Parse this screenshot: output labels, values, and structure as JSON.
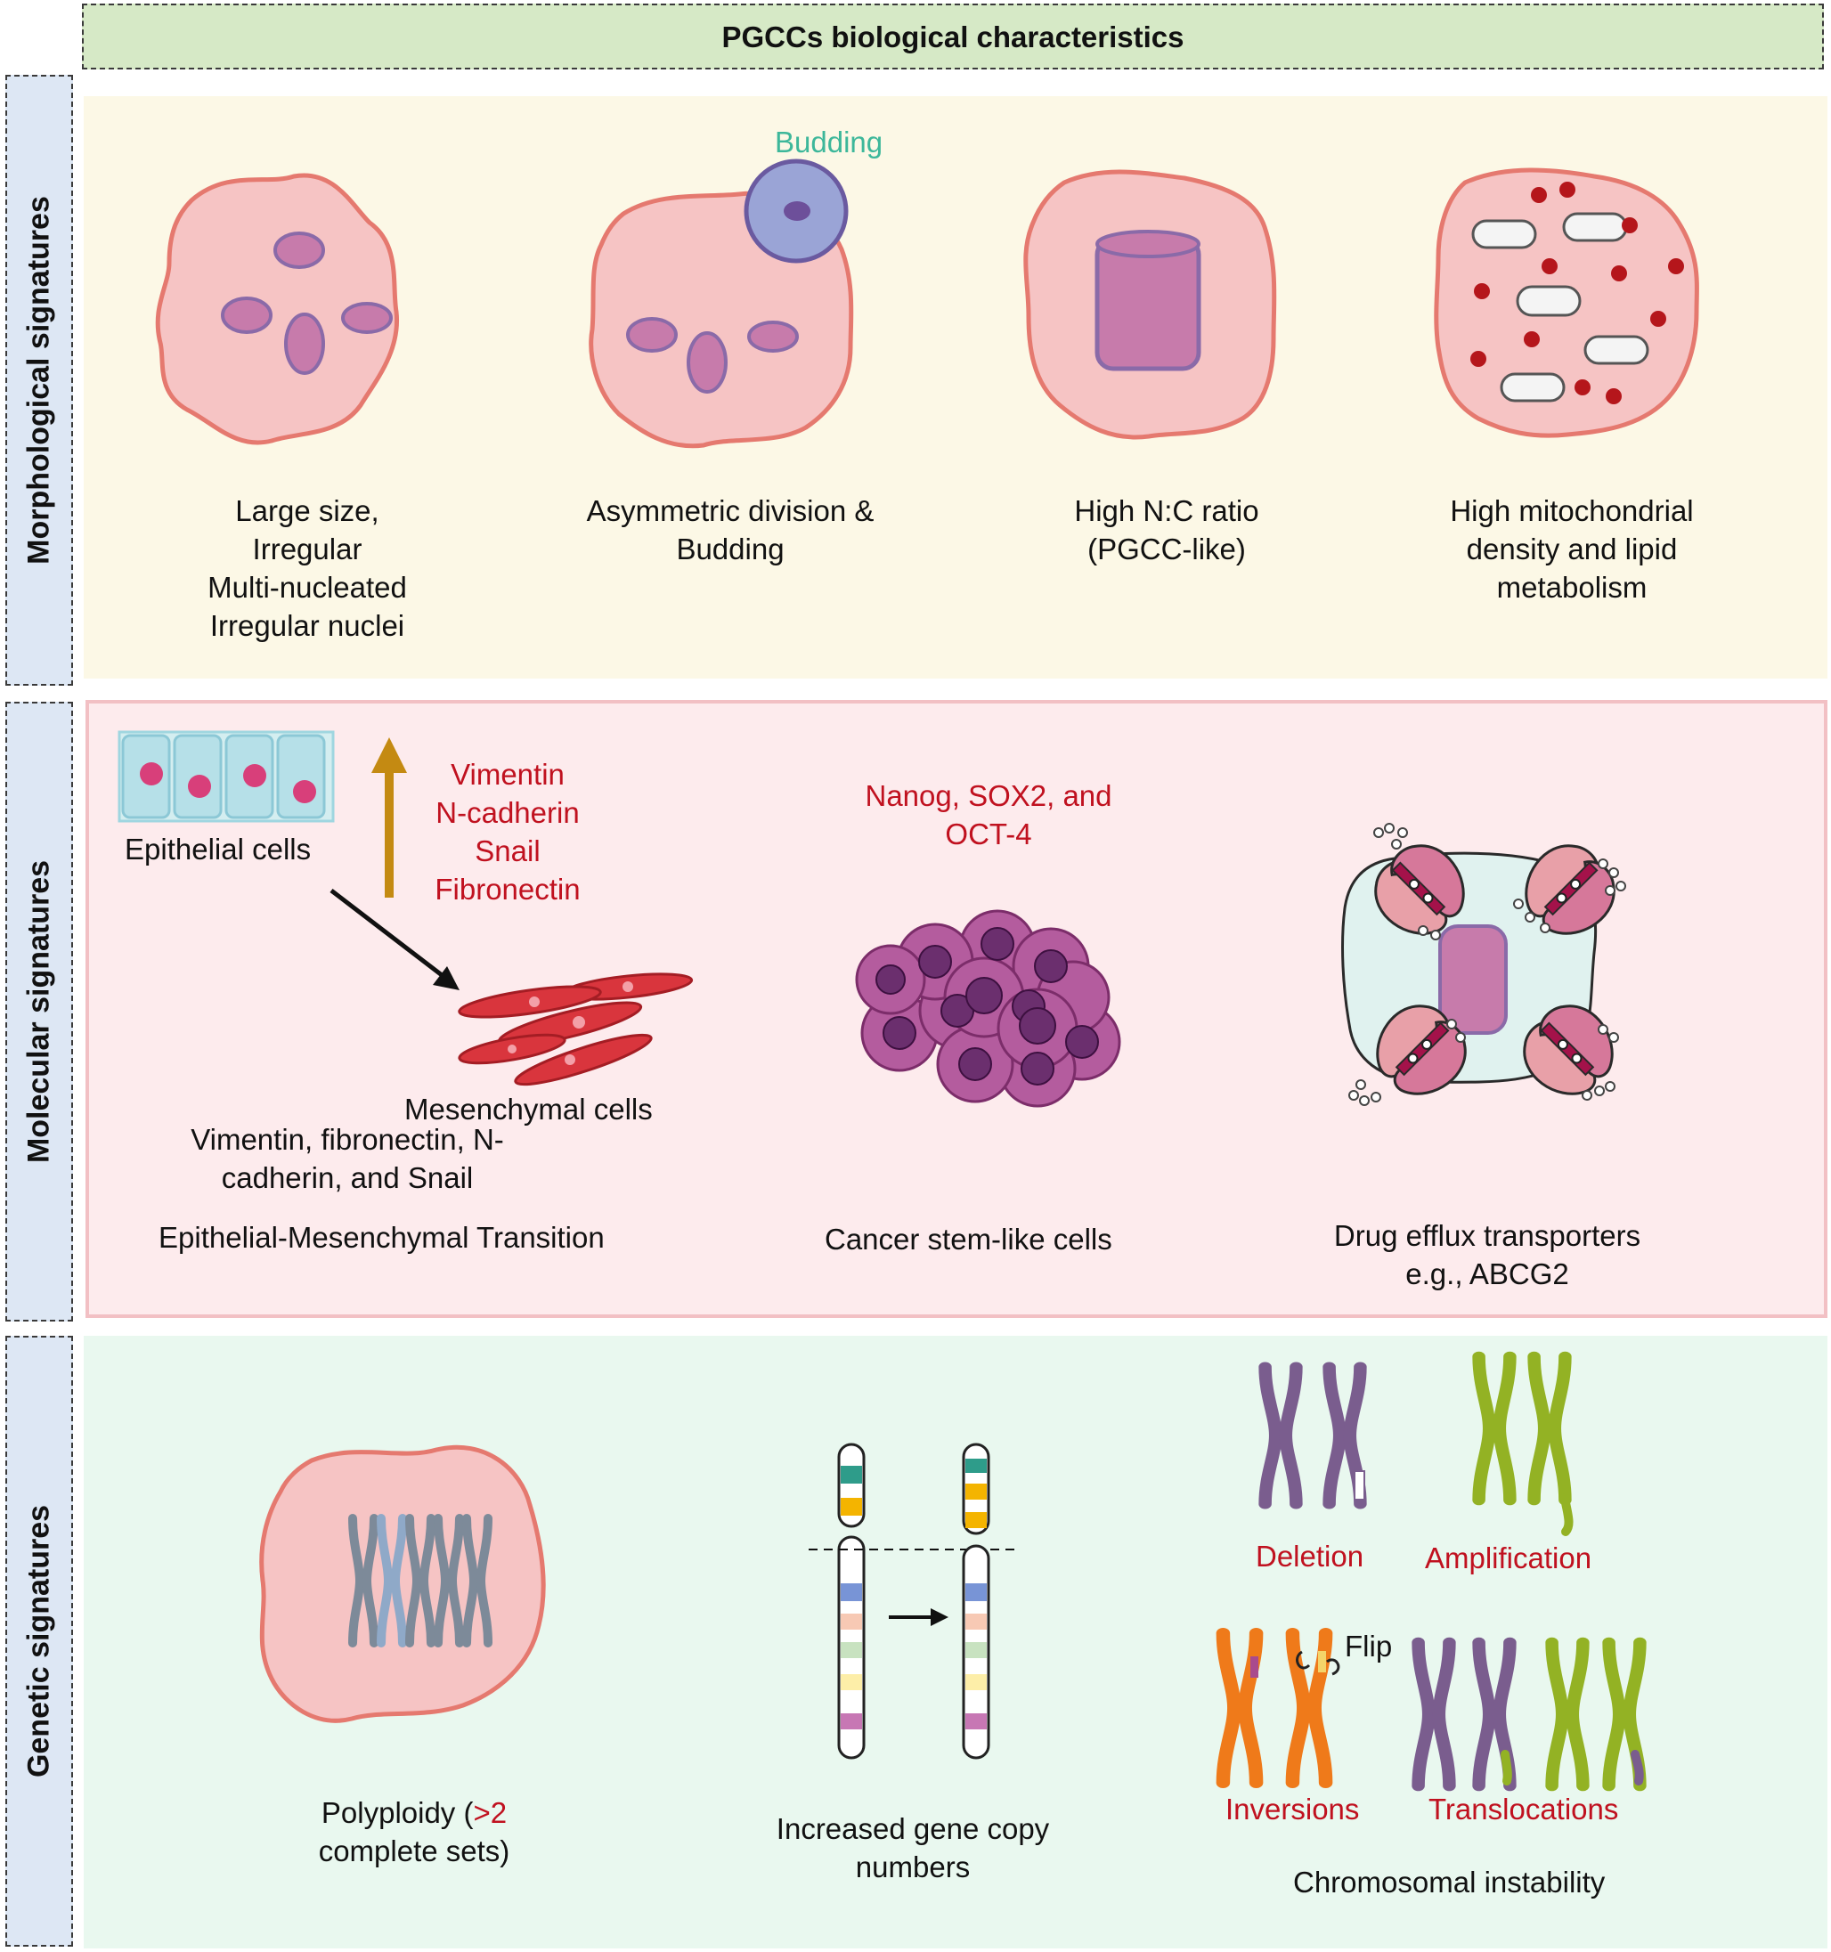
{
  "header": {
    "title": "PGCCs biological characteristics"
  },
  "morphological": {
    "side_label": "Morphological signatures",
    "budding_label": "Budding",
    "items": [
      {
        "lines": [
          "Large size,",
          "Irregular",
          "Multi-nucleated",
          "Irregular nuclei"
        ]
      },
      {
        "lines": [
          "Asymmetric division &",
          "Budding"
        ]
      },
      {
        "lines": [
          "High N:C ratio",
          "(PGCC-like)"
        ]
      },
      {
        "lines": [
          "High mitochondrial",
          "density and lipid",
          "metabolism"
        ]
      }
    ]
  },
  "molecular": {
    "side_label": "Molecular signatures",
    "epithelial_cells": "Epithelial cells",
    "emt_markers": [
      "Vimentin",
      "N-cadherin",
      "Snail",
      "Fibronectin"
    ],
    "mesenchymal_cells": "Mesenchymal cells",
    "emt_desc": [
      "Vimentin, fibronectin, N-",
      "cadherin, and Snail"
    ],
    "emt_title": "Epithelial-Mesenchymal Transition",
    "stem_markers": [
      "Nanog, SOX2, and",
      "OCT-4"
    ],
    "stem_title": "Cancer stem-like cells",
    "efflux_title": [
      "Drug efflux transporters",
      "e.g., ABCG2"
    ]
  },
  "genetic": {
    "side_label": "Genetic signatures",
    "polyploidy_prefix": "Polyploidy (",
    "polyploidy_red": ">2",
    "polyploidy_line2": "complete sets)",
    "copy_numbers": [
      "Increased gene copy",
      "numbers"
    ],
    "deletion": "Deletion",
    "amplification": "Amplification",
    "flip": "Flip",
    "inversions": "Inversions",
    "translocations": "Translocations",
    "instability": "Chromosomal instability"
  },
  "colors": {
    "morph_bg": "#fcf8e6",
    "mol_bg": "#fdebed",
    "gen_bg": "#e9f8ef",
    "header_bg": "#d6e9c6",
    "cell_fill": "#f6c4c4",
    "cell_stroke": "#e5796f",
    "nucleus": "#c77bab",
    "red_text": "#c0111f"
  }
}
